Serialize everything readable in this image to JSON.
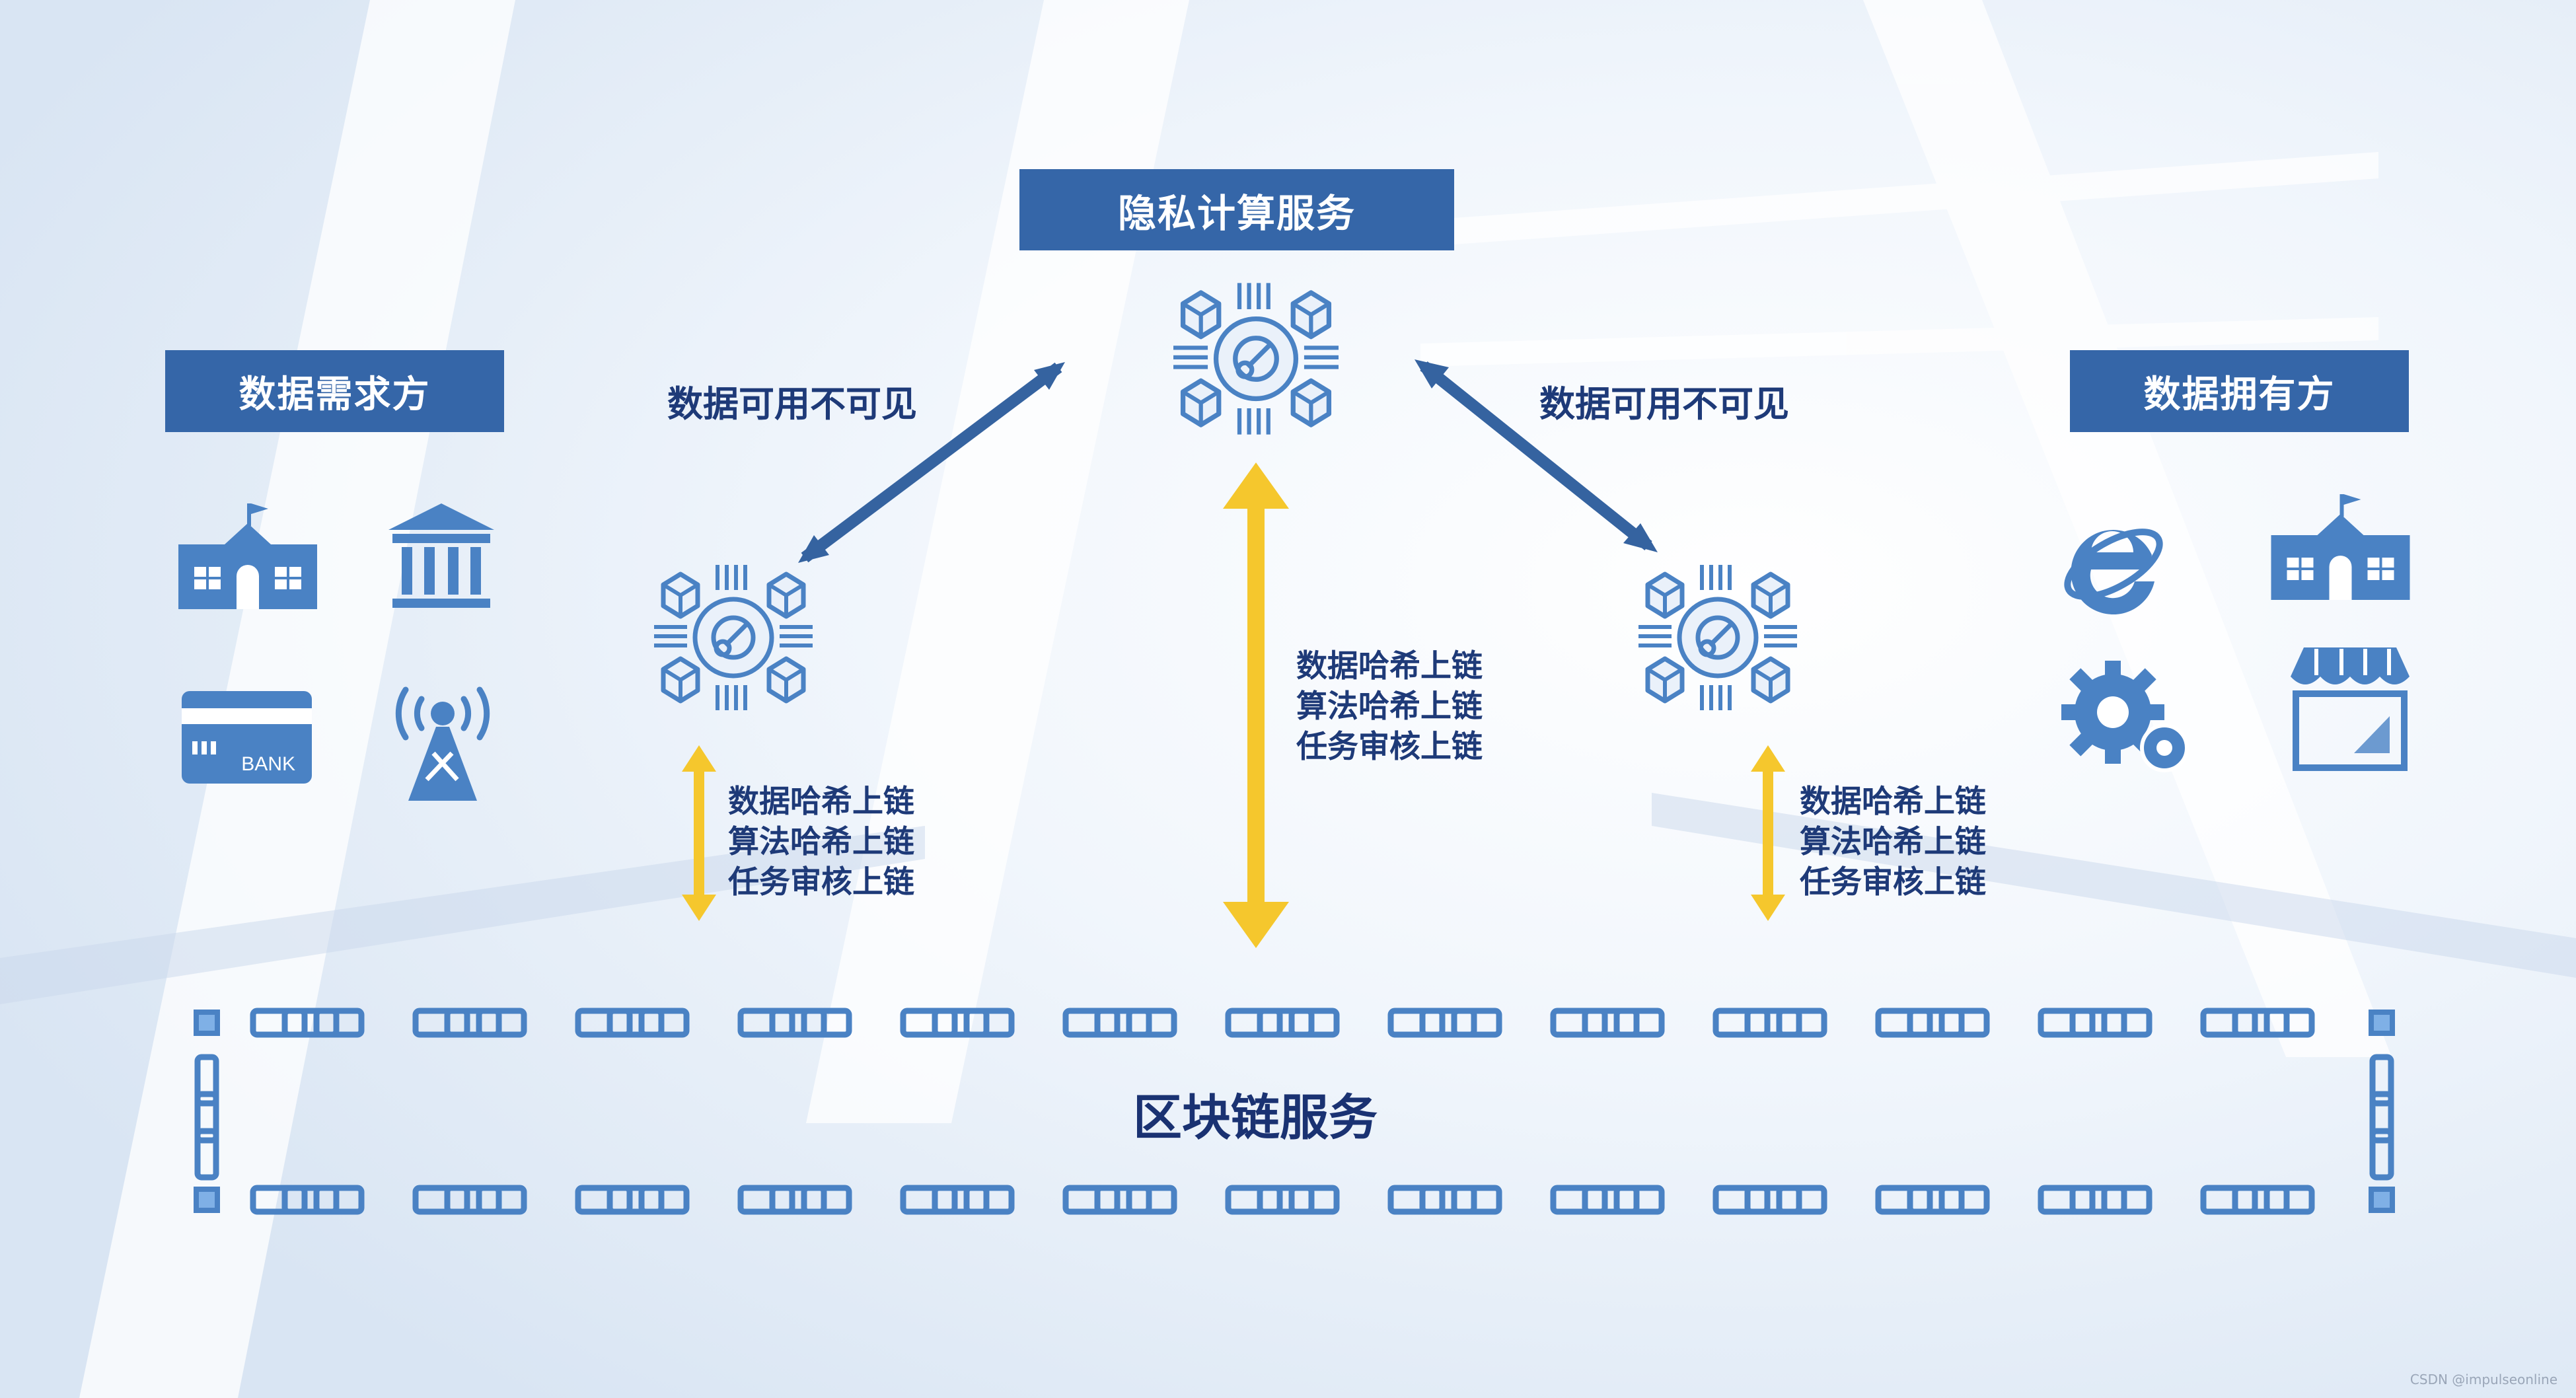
{
  "diagram": {
    "privacy_service": "隐私计算服务",
    "demand_party": "数据需求方",
    "owner_party": "数据拥有方",
    "available_invisible_left": "数据可用不可见",
    "available_invisible_right": "数据可用不可见",
    "blockchain_service": "区块链服务",
    "chain_steps_left": [
      "数据哈希上链",
      "算法哈希上链",
      "任务审核上链"
    ],
    "chain_steps_center": [
      "数据哈希上链",
      "算法哈希上链",
      "任务审核上链"
    ],
    "chain_steps_right": [
      "数据哈希上链",
      "算法哈希上链",
      "任务审核上链"
    ],
    "bank_card_text": "BANK",
    "watermark": "CSDN @impulseonline"
  },
  "icons": {
    "demand": [
      "school-icon",
      "bank-building-icon",
      "bank-card-icon",
      "signal-tower-icon"
    ],
    "owner": [
      "internet-explorer-icon",
      "school-icon",
      "gear-icon",
      "shop-icon"
    ],
    "nodes": [
      "privacy-node-icon"
    ]
  },
  "colors": {
    "box_blue": "#3566a8",
    "icon_blue": "#4a82c4",
    "text_navy": "#1e3a78",
    "double_arrow_blue": "#3563a0",
    "yellow_arrow": "#f5c72d"
  }
}
